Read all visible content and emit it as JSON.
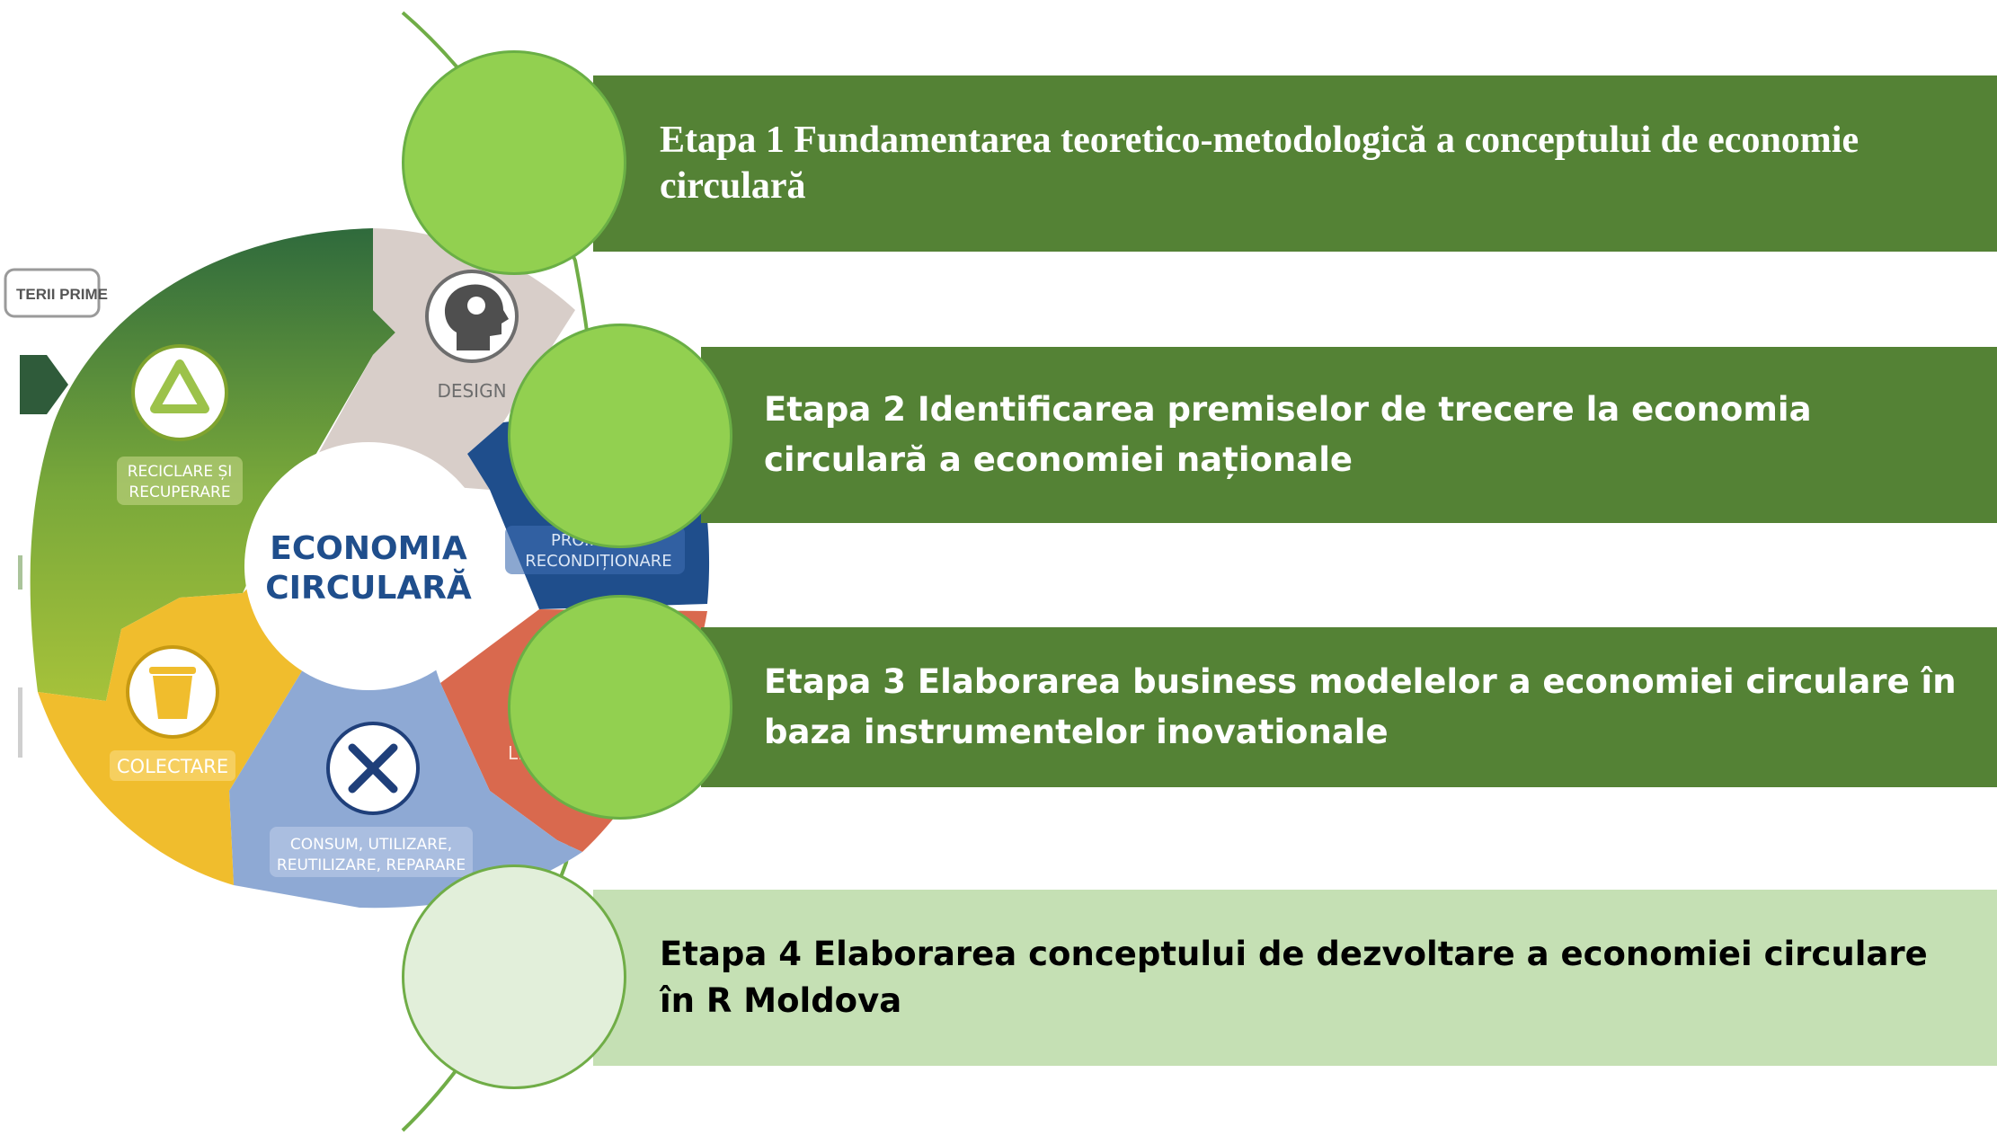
{
  "diagram": {
    "center_label_line1": "ECONOMIA",
    "center_label_line2": "CIRCULARĂ",
    "segments": [
      {
        "label_line1": "DESIGN",
        "label_line2": "",
        "icon": "gear-head-icon",
        "color": "#d8cec9"
      },
      {
        "label_line1": "PRO...",
        "label_line2": "RECONDIȚIONARE",
        "icon": "",
        "color": "#1f4e8c"
      },
      {
        "label_line1": "L...",
        "label_line2": "",
        "icon": "",
        "color": "#d9694e"
      },
      {
        "label_line1": "CONSUM, UTILIZARE,",
        "label_line2": "REUTILIZARE, REPARARE",
        "icon": "tools-icon",
        "color": "#8ea9d4"
      },
      {
        "label_line1": "COLECTARE",
        "label_line2": "",
        "icon": "recycle-bin-icon",
        "color": "#f0bd2d"
      },
      {
        "label_line1": "RECICLARE ȘI",
        "label_line2": "RECUPERARE",
        "icon": "recycle-icon",
        "color": "#8db43a"
      }
    ],
    "raw_materials_label": "TERII PRIME"
  },
  "stages": [
    {
      "text": "Etapa 1 Fundamentarea teoretico-metodologică a conceptului de economie circulară"
    },
    {
      "text": "Etapa 2 Identificarea premiselor de trecere la economia circulară a economiei naționale"
    },
    {
      "text": "Etapa 3 Elaborarea business modelelor a economiei circulare în baza instrumentelor inovationale"
    },
    {
      "text": "Etapa 4 Elaborarea conceptului de dezvoltare a economiei circulare în R Moldova"
    }
  ],
  "colors": {
    "band_dark": "#548235",
    "band_light": "#c5e0b4",
    "circle_green": "#92d050",
    "circle_pale": "#e2efda"
  }
}
